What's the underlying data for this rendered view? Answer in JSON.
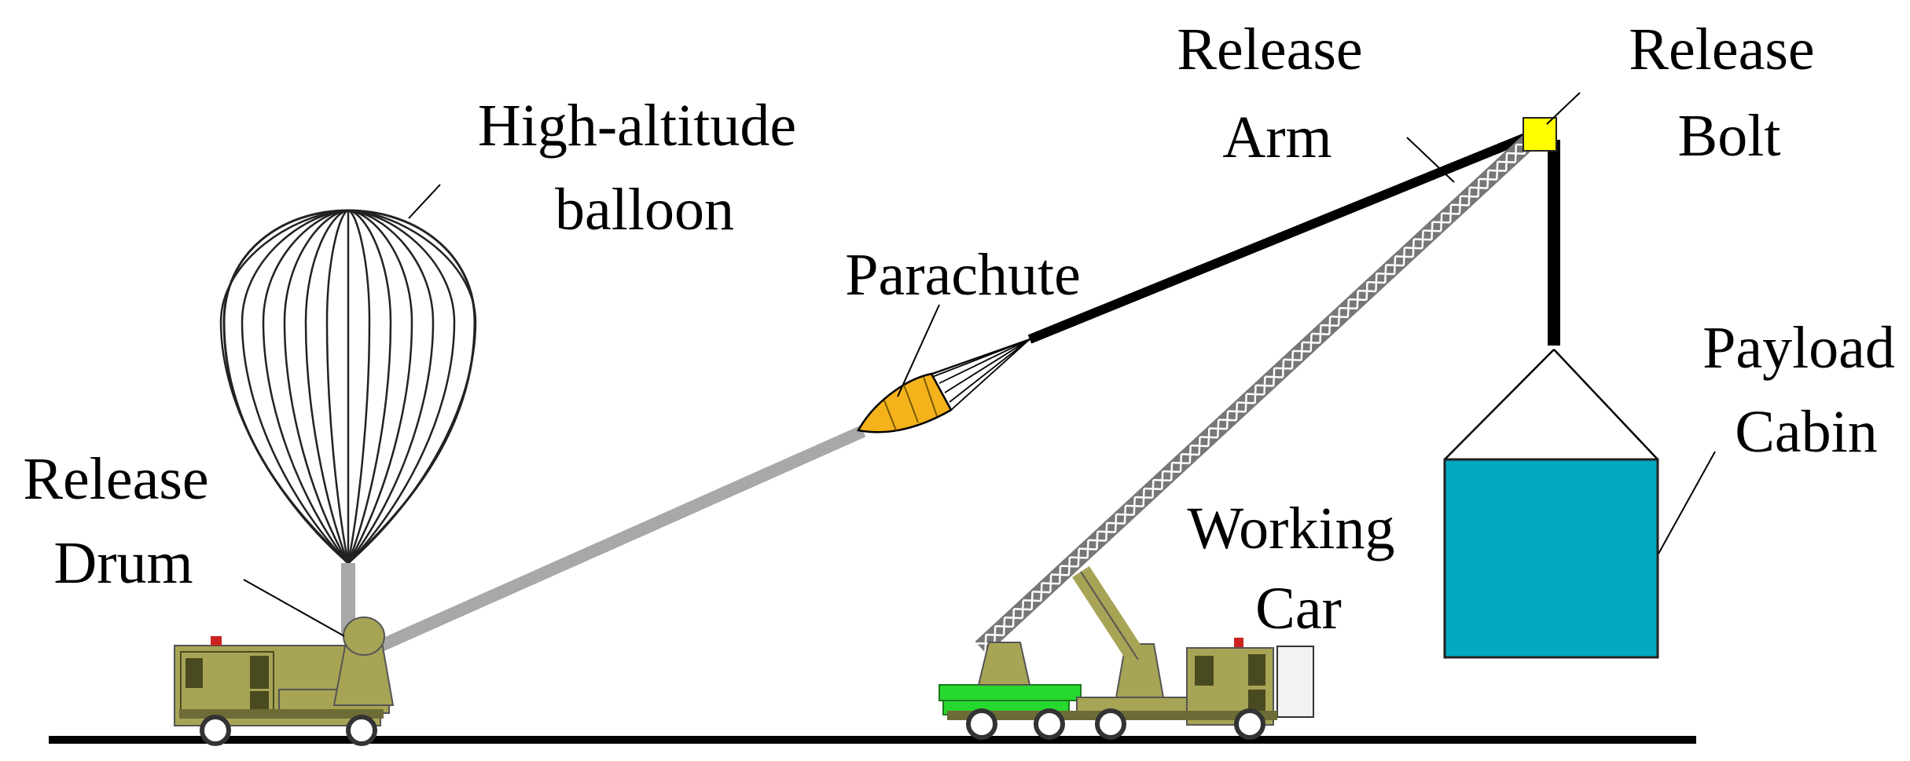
{
  "labels": {
    "balloon": [
      "High-altitude",
      "balloon"
    ],
    "drum": [
      "Release",
      "Drum"
    ],
    "parachute": "Parachute",
    "arm": [
      "Release",
      "Arm"
    ],
    "bolt": [
      "Release",
      "Bolt"
    ],
    "payload": [
      "Payload",
      "Cabin"
    ],
    "car": [
      "Working",
      "Car"
    ]
  },
  "colors": {
    "truck": "#a7a455",
    "truck_dark": "#6d6b36",
    "parachute": "#f4b21b",
    "payload": "#00a9c0",
    "bolt": "#ffff00",
    "platform": "#27d82e",
    "tether_gray": "#a8a8a8",
    "ground": "#000000"
  }
}
